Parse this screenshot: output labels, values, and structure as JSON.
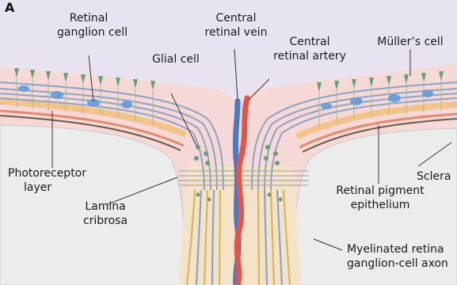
{
  "panel_letter": "A",
  "labels": {
    "retinal_ganglion_cell": [
      "Retinal",
      "ganglion cell"
    ],
    "central_retinal_vein": [
      "Central",
      "retinal vein"
    ],
    "central_retinal_artery": [
      "Central",
      "retinal artery"
    ],
    "muller_cell": "Müller’s cell",
    "glial_cell": "Glial cell",
    "photoreceptor_layer": [
      "Photoreceptor",
      "layer"
    ],
    "sclera": "Sclera",
    "lamina_cribrosa": [
      "Lamina",
      "cribrosa"
    ],
    "retinal_pigment_epithelium": [
      "Retinal pigment",
      "epithelium"
    ],
    "myelinated_axons": [
      "Myelinated retina",
      "ganglion-cell axon"
    ]
  },
  "colors": {
    "vitreous": "#e9e3f1",
    "retina": "#f6d8d6",
    "nerve": "#f4e3c7",
    "sclera": "#ececec",
    "vein": "#4a79c6",
    "artery": "#e2554a",
    "axon_blue": "#8aa3c6",
    "axon_yellow": "#d9b463",
    "cell_green": "#6c9e74",
    "nucleus_blue": "#6d9fd6"
  }
}
